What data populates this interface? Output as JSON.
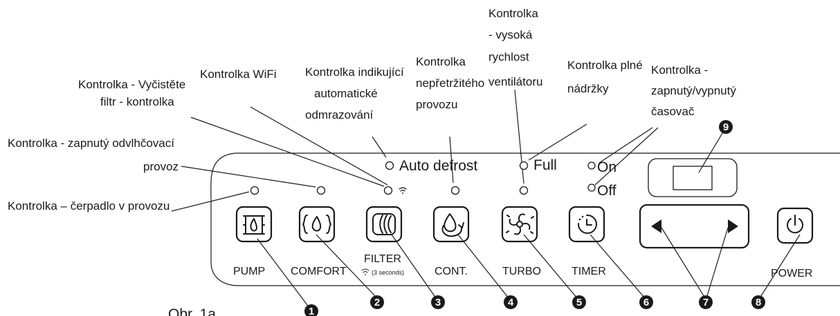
{
  "callouts": {
    "cleanFilter": [
      "Kontrolka - Vyčistěte",
      "filtr - kontrolka"
    ],
    "wifi": "Kontrolka WiFi",
    "defrost": [
      "Kontrolka indikující",
      "automatické",
      "odmrazování"
    ],
    "continuous": [
      "Kontrolka",
      "nepřetržitého",
      "provozu"
    ],
    "turbo": [
      "Kontrolka",
      "- vysoká",
      "rychlost",
      "ventilátoru"
    ],
    "full": [
      "Kontrolka plné",
      "nádržky"
    ],
    "timer": [
      "Kontrolka -",
      "zapnutý/vypnutý",
      "časovač"
    ],
    "dehumidify": [
      "Kontrolka - zapnutý odvlhčovací",
      "provoz"
    ],
    "pump": "Kontrolka – čerpadlo v provozu"
  },
  "panel": {
    "auto_defrost": "Auto defrost",
    "full": "Full",
    "on": "On",
    "off": "Off",
    "buttons": {
      "pump": "PUMP",
      "comfort": "COMFORT",
      "filter": "FILTER",
      "filter_note": "(3 seconds)",
      "cont": "CONT.",
      "turbo": "TURBO",
      "timer": "TIMER",
      "power": "POWER"
    }
  },
  "numbers": [
    "1",
    "2",
    "3",
    "4",
    "5",
    "6",
    "7",
    "8",
    "9"
  ],
  "figure_caption": "Obr. 1a",
  "icons": [
    "pump-icon",
    "comfort-icon",
    "filter-icon",
    "cont-icon",
    "turbo-fan-icon",
    "timer-icon",
    "left-arrow-icon",
    "right-arrow-icon",
    "power-icon",
    "wifi-icon"
  ]
}
